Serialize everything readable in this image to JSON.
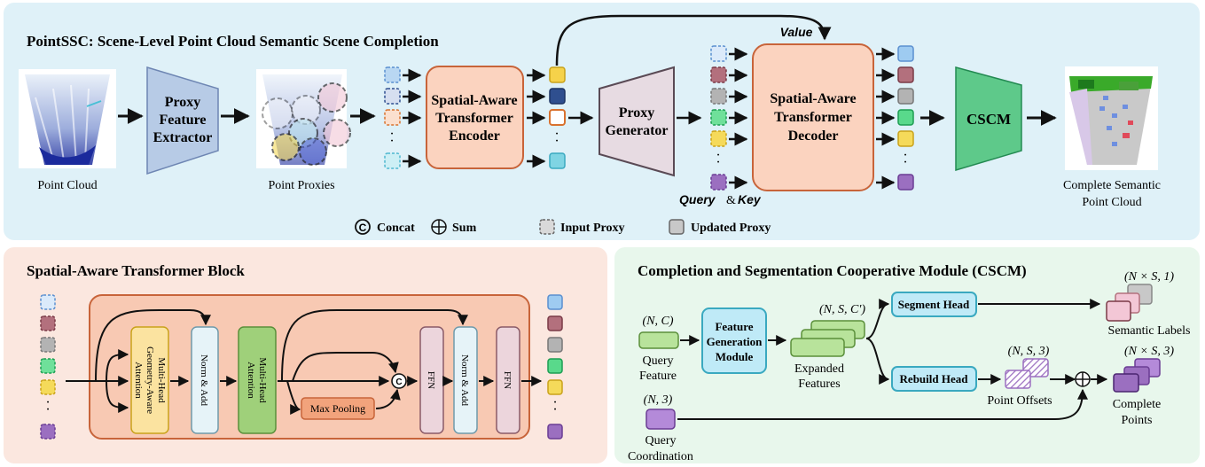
{
  "colors": {
    "top_panel_bg": "#dff1f8",
    "block_panel_bg": "#fbe7df",
    "cscm_panel_bg": "#e8f7ec",
    "extractor_fill": "#b7cbe6",
    "encoder_fill": "#fbd3bf",
    "generator_fill": "#e7dbe2",
    "cscm_fill": "#5ec98a",
    "proxy_colors": [
      "#9ecbf1",
      "#b3707d",
      "#b3b3b3",
      "#59d98b",
      "#f5da5a",
      "#9b6fc0"
    ],
    "encoder_proxy_colors": [
      "#f6d24a",
      "#2f4f8f",
      "#d9722f",
      "#7fd4e3"
    ],
    "input_proxy_colors": [
      "#b9d7f2",
      "#2f4f8f",
      "#d9722f",
      "#7fd4e3"
    ],
    "feature_green": "#b8e39b",
    "coord_purple": "#b48ad9",
    "cyan_box": "#bfeaf7"
  },
  "top": {
    "title": "PointSSC: Scene-Level Point Cloud Semantic Scene Completion",
    "point_cloud_label": "Point Cloud",
    "extractor_lines": [
      "Proxy",
      "Feature",
      "Extractor"
    ],
    "point_proxies_label": "Point Proxies",
    "encoder_lines": [
      "Spatial-Aware",
      "Transformer",
      "Encoder"
    ],
    "generator_lines": [
      "Proxy",
      "Generator"
    ],
    "value_label": "Value",
    "query_label": "Query",
    "and_label": "&",
    "key_label": "Key",
    "decoder_lines": [
      "Spatial-Aware",
      "Transformer",
      "Decoder"
    ],
    "cscm_label": "CSCM",
    "output_lines": [
      "Complete Semantic",
      "Point Cloud"
    ]
  },
  "legend": {
    "concat_symbol": "©",
    "concat": "Concat",
    "sum_symbol": "⊕",
    "sum": "Sum",
    "input_proxy": "Input Proxy",
    "updated_proxy": "Updated Proxy"
  },
  "block": {
    "title": "Spatial-Aware Transformer Block",
    "geo_attention_lines": [
      "Multi-Head",
      "Geometry-Aware",
      "Attention"
    ],
    "norm_add_1": "Norm & Add",
    "mha_lines": [
      "Multi-Head",
      "Attention"
    ],
    "max_pooling": "Max Pooling",
    "concat_symbol": "©",
    "ffn_1": "FFN",
    "norm_add_2": "Norm & Add",
    "ffn_2": "FFN"
  },
  "cscm": {
    "title": "Completion and Segmentation Cooperative Module (CSCM)",
    "nc_label": "(N, C)",
    "query_feature_lines": [
      "Query",
      "Feature"
    ],
    "fgm_lines": [
      "Feature",
      "Generation",
      "Module"
    ],
    "nsc_label": "(N, S, C')",
    "expanded_lines": [
      "Expanded",
      "Features"
    ],
    "segment_head": "Segment Head",
    "rebuild_head": "Rebuild Head",
    "ns1_label": "(N × S, 1)",
    "semantic_labels": "Semantic Labels",
    "ns3_label": "(N, S, 3)",
    "point_offsets": "Point Offsets",
    "nxs3_label": "(N × S, 3)",
    "complete_points_lines": [
      "Complete",
      "Points"
    ],
    "n3_label": "(N, 3)",
    "query_coord_lines": [
      "Query",
      "Coordination"
    ],
    "sum_symbol": "⊕"
  }
}
